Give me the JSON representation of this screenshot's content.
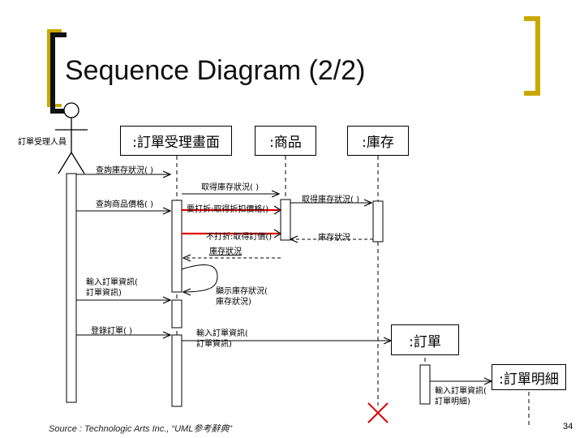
{
  "slide": {
    "title": "Sequence Diagram (2/2)",
    "source": "Source : Technologic Arts Inc., “UML参考辭典”",
    "page_number": "34"
  },
  "actor": {
    "label": "訂單受理人員"
  },
  "participants": {
    "ui": ":訂單受理畫面",
    "product": ":商品",
    "inventory": ":庫存",
    "order": ":訂單",
    "order_detail": ":訂單明細"
  },
  "messages": {
    "m1": "查詢庫存狀況( )",
    "m2": "取得庫存狀況( )",
    "m3": "取得庫存狀況( )",
    "m4": "查詢商品價格( )",
    "m5": "要打折:取得折扣價格()",
    "m6": "不打折:取得訂價()",
    "m7": "庫存狀況",
    "m8": "庫存狀況",
    "m9_line1": "輸入訂單資訊(",
    "m9_line2": "訂單資訊)",
    "m10_line1": "顯示庫存狀況(",
    "m10_line2": "庫存狀況)",
    "m11": "登錄訂單( )",
    "m12_line1": "輸入訂單資訊(",
    "m12_line2": "訂單資訊)",
    "m13_line1": "輸入訂單資訊(",
    "m13_line2": "訂單明細)"
  },
  "colors": {
    "accent_gold": "#c9a800",
    "guard_red": "#dd0000",
    "destroy_red": "#dd0000"
  }
}
